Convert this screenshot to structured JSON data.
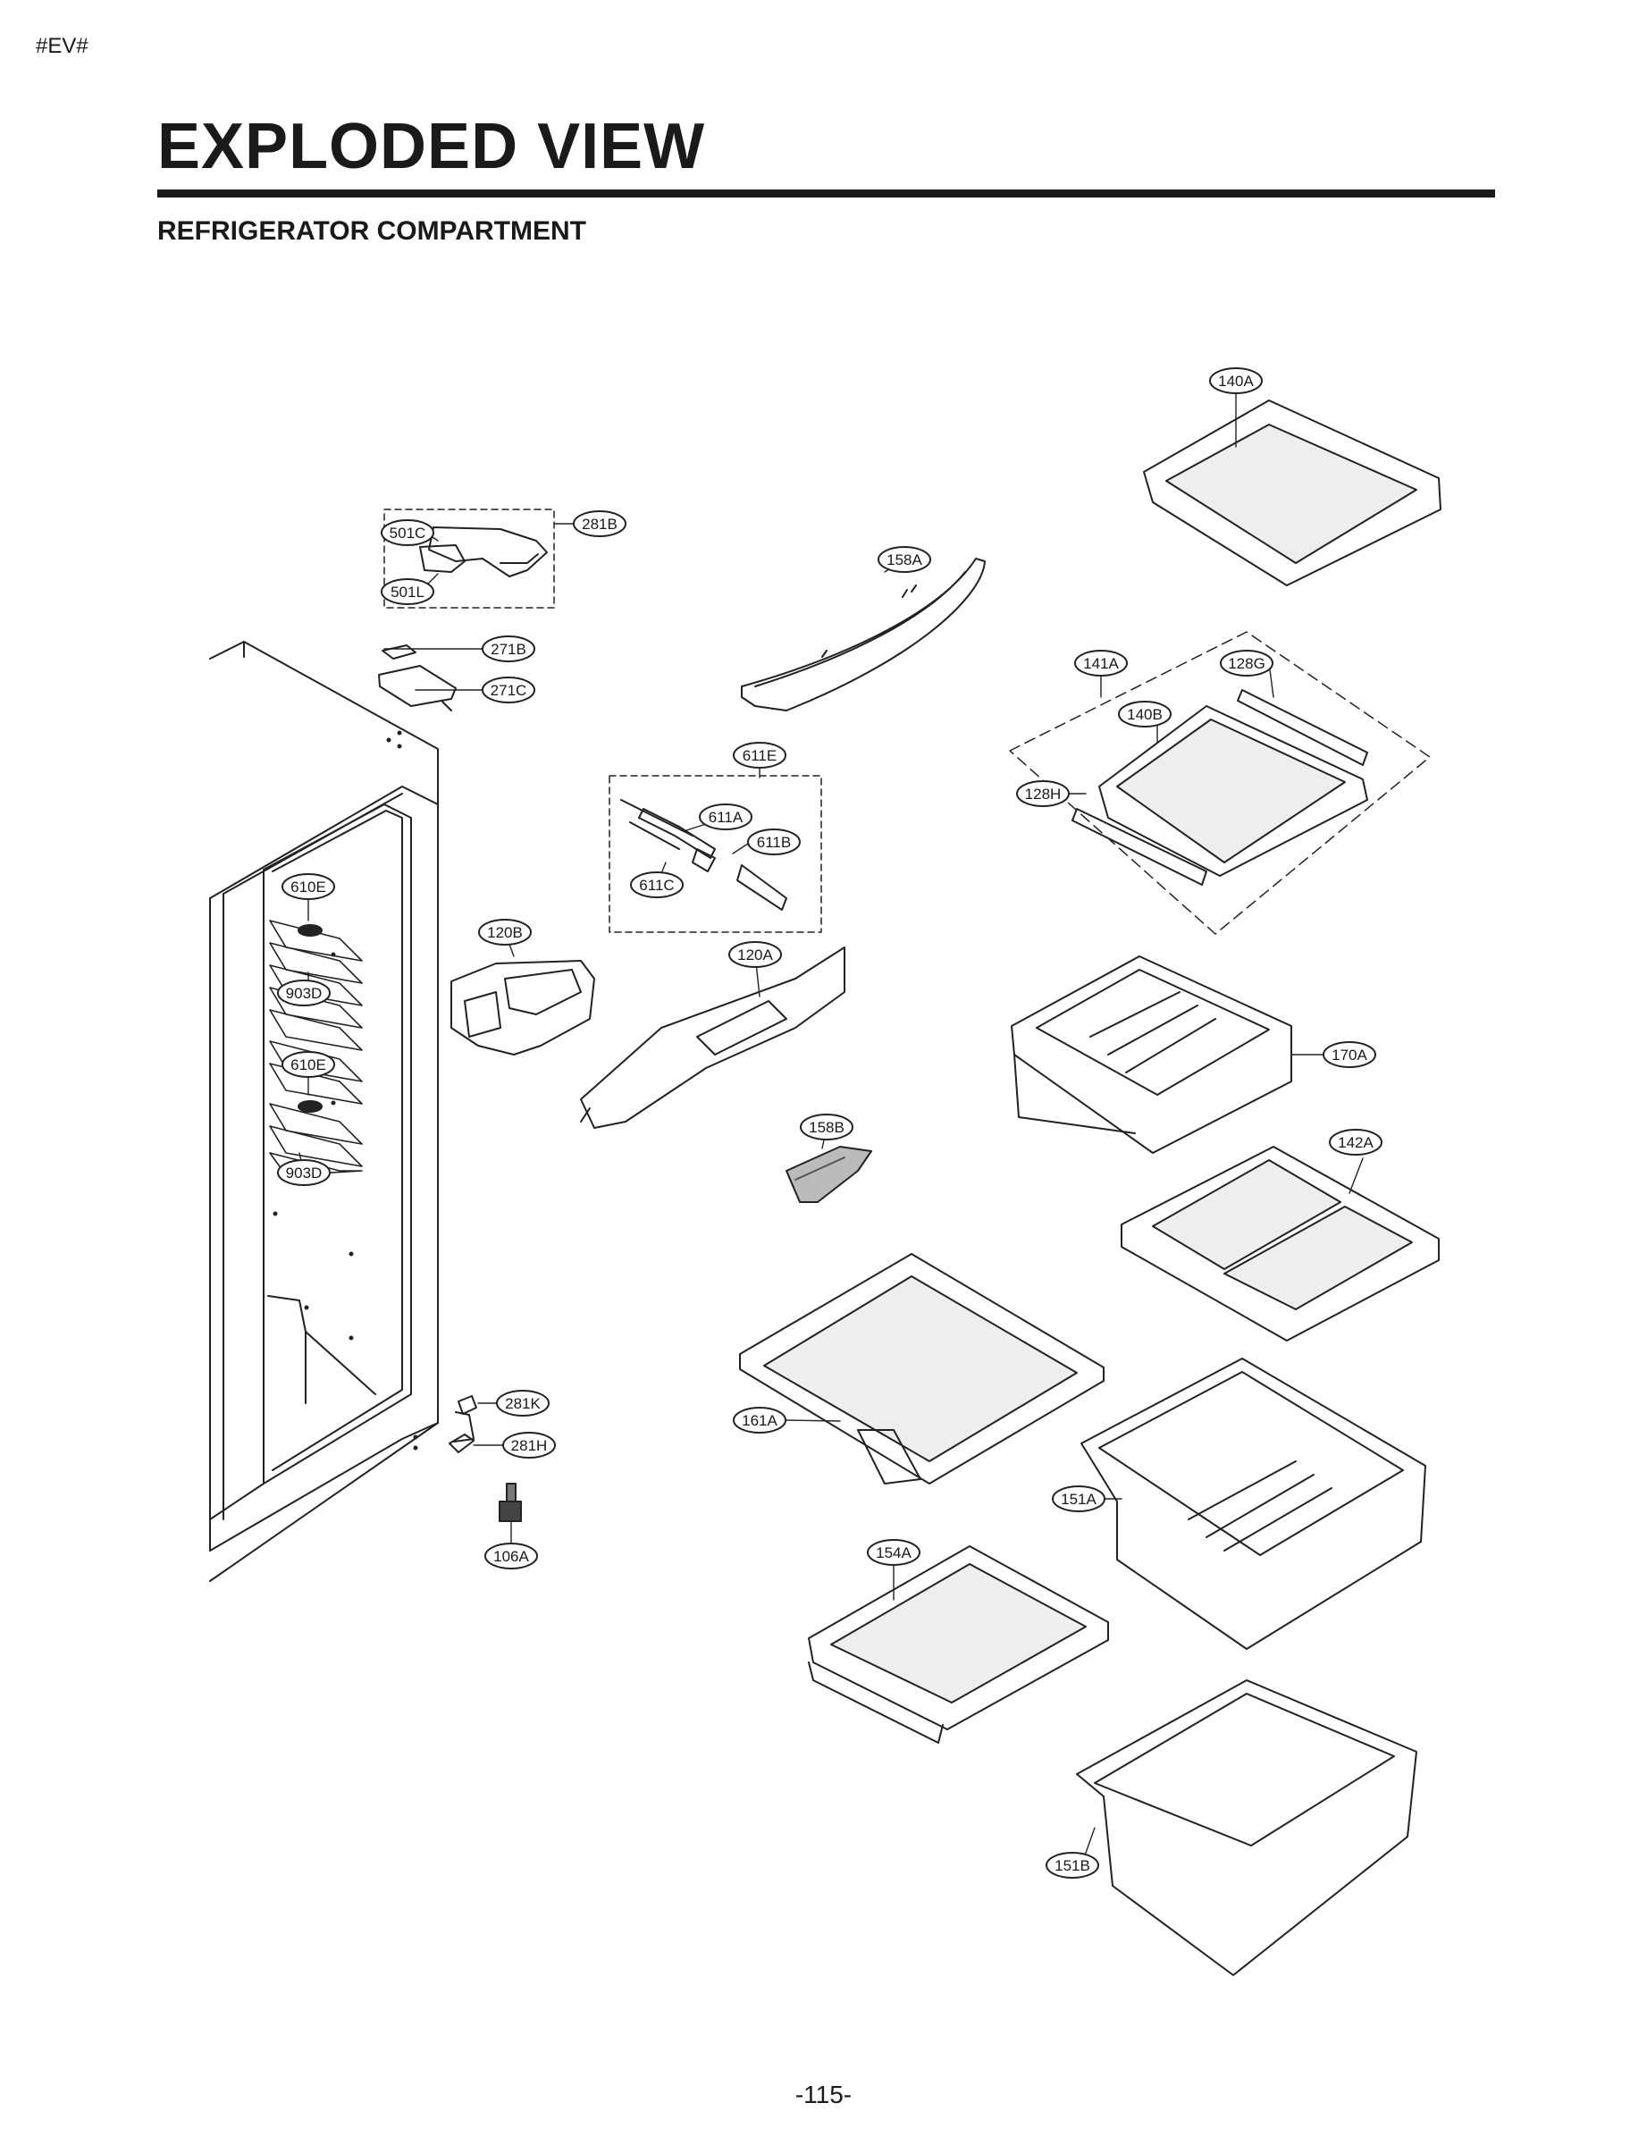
{
  "page": {
    "marker": "#EV#",
    "title": "EXPLODED VIEW",
    "subtitle": "REFRIGERATOR COMPARTMENT",
    "page_number": "-115-"
  },
  "parts": {
    "p140A": "140A",
    "p281B": "281B",
    "p501C": "501C",
    "p501L": "501L",
    "p158A": "158A",
    "p271B": "271B",
    "p271C": "271C",
    "p141A": "141A",
    "p128G": "128G",
    "p140B": "140B",
    "p611E": "611E",
    "p128H": "128H",
    "p611A": "611A",
    "p611B": "611B",
    "p611C": "611C",
    "p610E_1": "610E",
    "p120B": "120B",
    "p120A": "120A",
    "p903D_1": "903D",
    "p610E_2": "610E",
    "p170A": "170A",
    "p158B": "158B",
    "p142A": "142A",
    "p903D_2": "903D",
    "p281K": "281K",
    "p161A": "161A",
    "p281H": "281H",
    "p151A": "151A",
    "p106A": "106A",
    "p154A": "154A",
    "p151B": "151B"
  }
}
